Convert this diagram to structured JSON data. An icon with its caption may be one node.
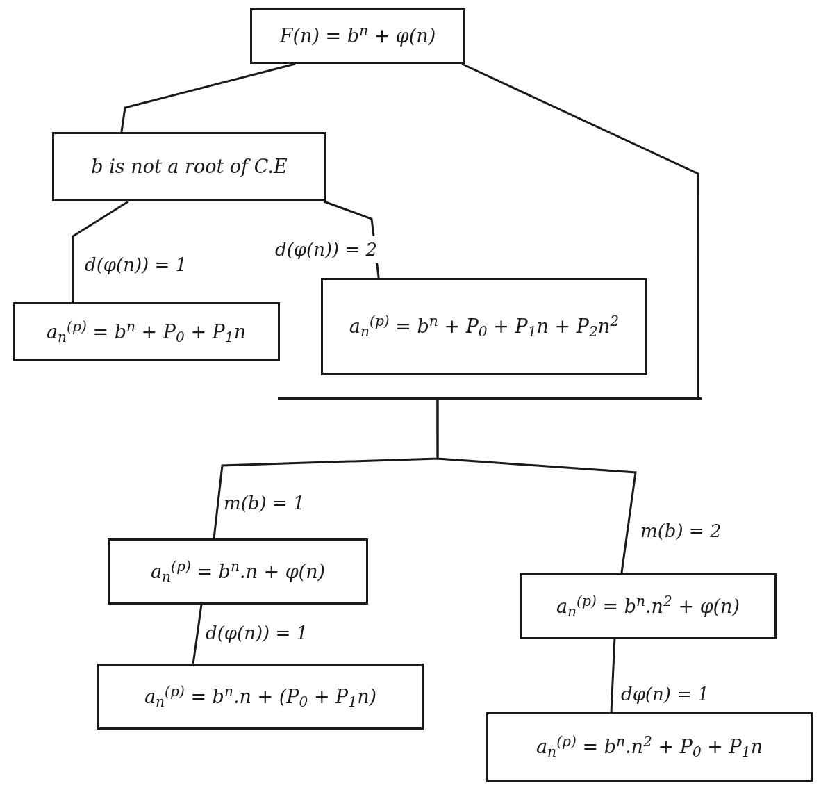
{
  "diagram": {
    "nodes": [
      {
        "text": [
          "F(n) = b$^{n}$ + φ(n)"
        ]
      },
      {
        "text": [
          "b is not a root of C.E"
        ]
      },
      {
        "text": [
          "a$_{n}$$^{(p)}$ = b$^{n}$ + P$_{0}$ + P$_{1}$n"
        ]
      },
      {
        "text": [
          "a$_{n}$$^{(p)}$ = b$^{n}$ + P$_{0}$ + P$_{1}$n + P$_{2}$n$^{2}$"
        ]
      },
      {
        "text": [],
        "shape": "bar"
      },
      {
        "text": [
          "a$_{n}$$^{(p)}$ = b$^{n}$.n + φ(n)"
        ]
      },
      {
        "text": [
          "a$_{n}$$^{(p)}$ = b$^{n}$.n$^{2}$ + φ(n)"
        ]
      },
      {
        "text": [
          "a$_{n}$$^{(p)}$ = b$^{n}$.n + (P$_{0}$ + P$_{1}$n)"
        ]
      },
      {
        "text": [
          "a$_{n}$$^{(p)}$ = b$^{n}$.n$^{2}$ + P$_{0}$ + P$_{1}$n"
        ]
      }
    ],
    "edges": [
      {
        "from": 0,
        "to": 1,
        "arrow": "none"
      },
      {
        "from": 0,
        "to": 4,
        "arrow": "none"
      },
      {
        "from": 1,
        "to": 2,
        "arrow": "none",
        "label": "d(φ(n)) = 1"
      },
      {
        "from": 1,
        "to": 3,
        "arrow": "none",
        "label": "d(φ(n)) = 2"
      },
      {
        "from": 4,
        "to": 5,
        "arrow": "none",
        "label": "m(b) = 1"
      },
      {
        "from": 4,
        "to": 6,
        "arrow": "none",
        "label": "m(b) = 2"
      },
      {
        "from": 5,
        "to": 7,
        "arrow": "none",
        "label": "d(φ(n)) = 1"
      },
      {
        "from": 6,
        "to": 8,
        "arrow": "none",
        "label": "dφ(n) = 1"
      }
    ]
  }
}
